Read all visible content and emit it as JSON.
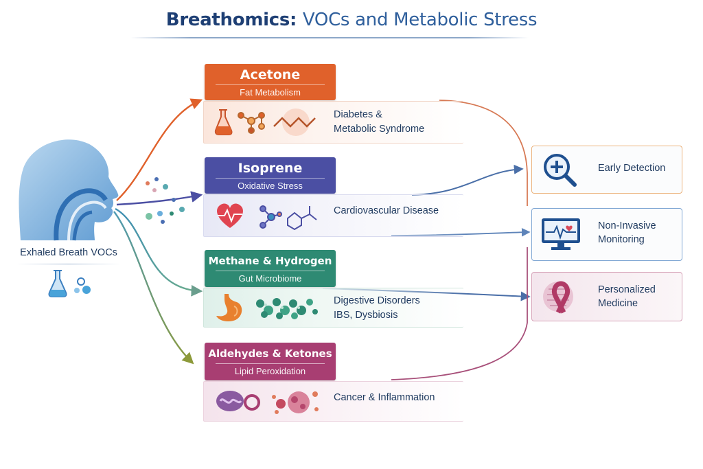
{
  "title": {
    "part1": "Breathomics:",
    "part2": "VOCs and Metabolic Stress"
  },
  "source": {
    "label": "Exhaled Breath VOCs",
    "icon": "flask-icon"
  },
  "vocs": [
    {
      "name": "Acetone",
      "subtitle": "Fat Metabolism",
      "conditions": [
        "Diabetes &",
        "Metabolic Syndrome"
      ],
      "color": "#e0612b",
      "icons": [
        "flask-icon",
        "molecule-icon",
        "skeletal-formula-icon"
      ]
    },
    {
      "name": "Isoprene",
      "subtitle": "Oxidative Stress",
      "conditions": [
        "Cardiovascular Disease"
      ],
      "color": "#4b4fa3",
      "icons": [
        "heart-pulse-icon",
        "molecule-icon",
        "skeletal-formula-icon"
      ]
    },
    {
      "name": "Methane & Hydrogen",
      "subtitle": "Gut Microbiome",
      "conditions": [
        "Digestive Disorders",
        "IBS, Dysbiosis"
      ],
      "color": "#2e8a73",
      "icons": [
        "stomach-icon",
        "bacteria-icon"
      ]
    },
    {
      "name": "Aldehydes & Ketones",
      "subtitle": "Lipid Peroxidation",
      "conditions": [
        "Cancer & Inflammation"
      ],
      "color": "#a83e72",
      "icons": [
        "cell-icon",
        "tumor-icon"
      ]
    }
  ],
  "outcomes": [
    {
      "label": "Early Detection",
      "icon": "magnifier-plus-icon",
      "color": "#e69a4e"
    },
    {
      "label": "Non-Invasive Monitoring",
      "line1": "Non-Invasive",
      "line2": "Monitoring",
      "icon": "monitor-heartbeat-icon",
      "color": "#3b78b8"
    },
    {
      "label": "Personalized Medicine",
      "line1": "Personalized",
      "line2": "Medicine",
      "icon": "awareness-ribbon-icon",
      "color": "#b55a7c"
    }
  ]
}
